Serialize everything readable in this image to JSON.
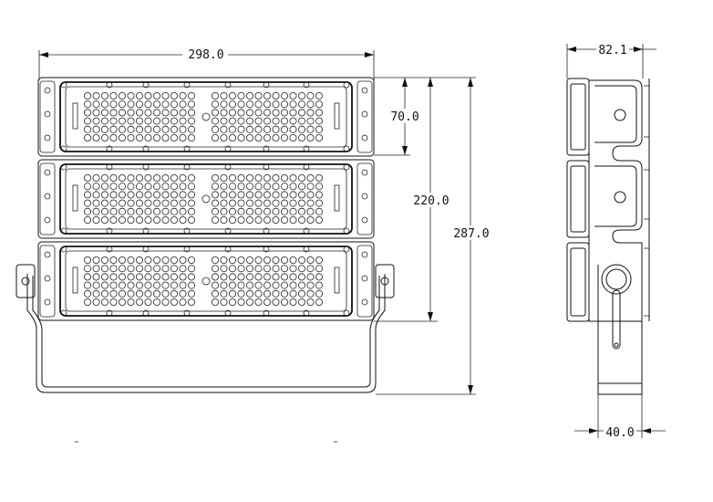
{
  "dimensions": {
    "front_width": "298.0",
    "module_height": "70.0",
    "three_modules_height": "220.0",
    "total_height": "287.0",
    "side_depth": "82.1",
    "bracket_depth": "40.0"
  },
  "colors": {
    "line": "#111111",
    "background": "#ffffff"
  },
  "layout_hint": {
    "modules": 3,
    "led_rows_per_module": 6,
    "led_cols_per_half": 13
  }
}
